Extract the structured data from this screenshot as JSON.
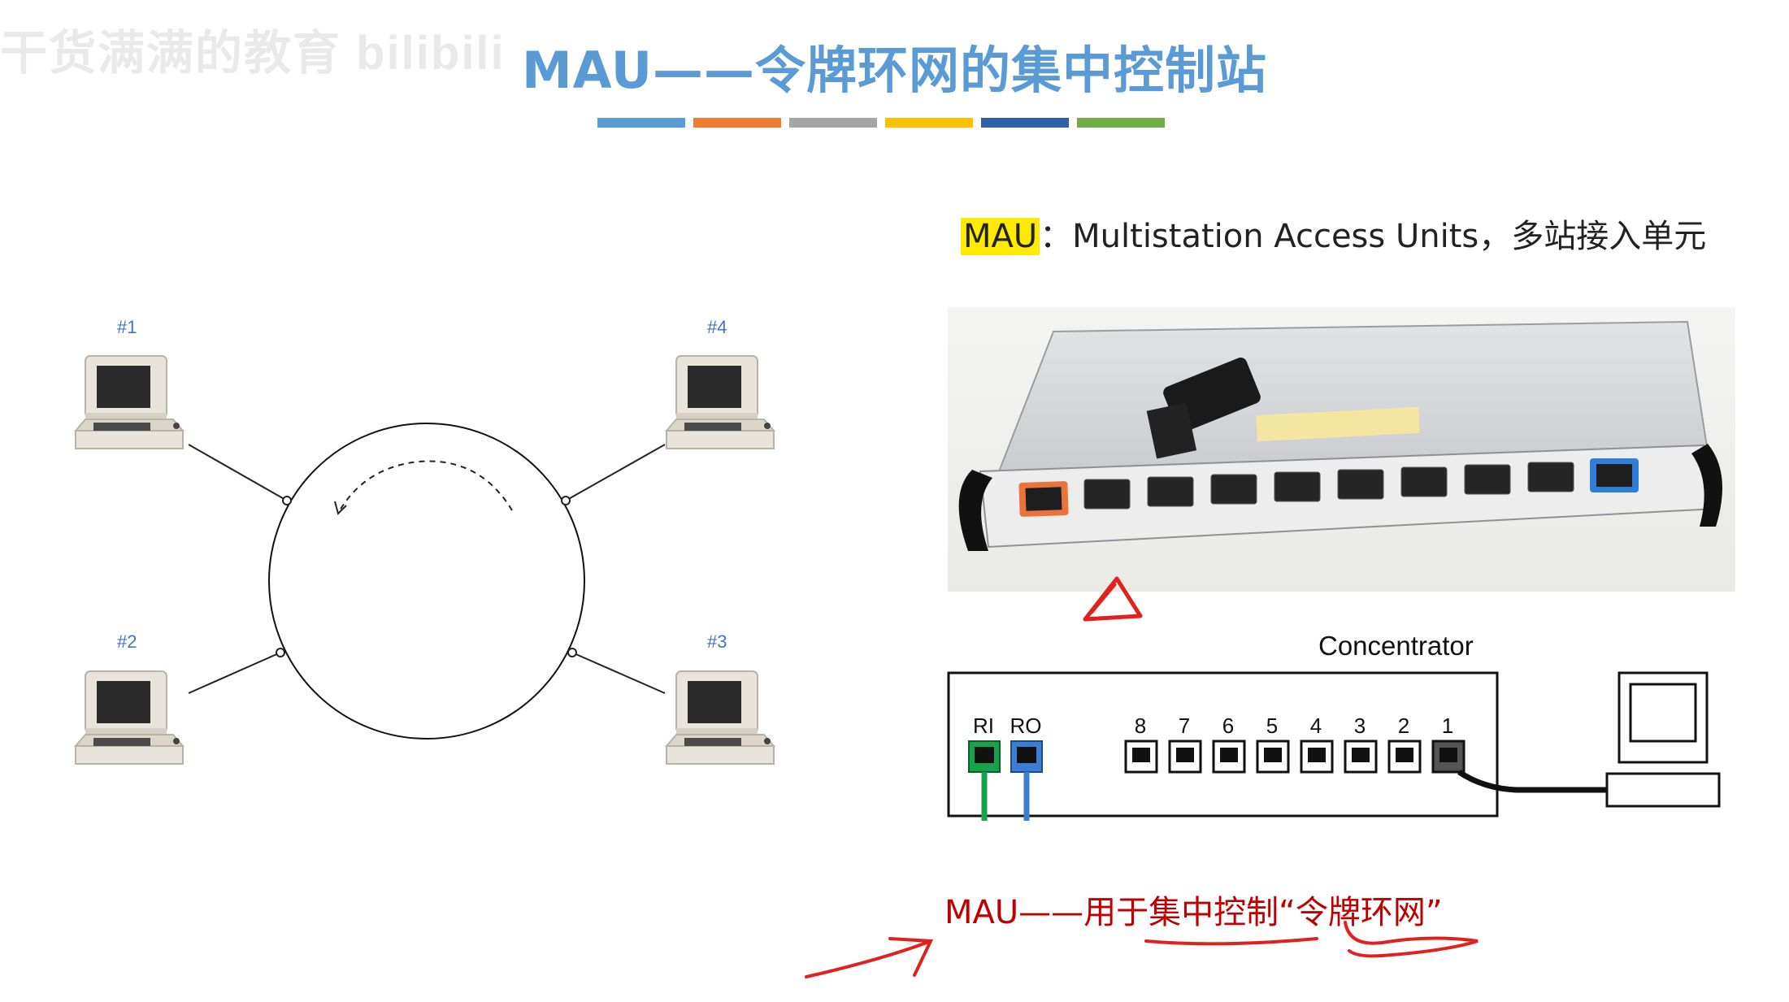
{
  "watermark": "干货满满的教育 bilibili",
  "title": "MAU——令牌环网的集中控制站",
  "accent_bars": [
    "#5b9bd5",
    "#ed7d31",
    "#a5a5a5",
    "#ffc000",
    "#2e5fa8",
    "#70ad47"
  ],
  "subtitle": {
    "highlight": "MAU",
    "rest": "：Multistation Access Units，多站接入单元"
  },
  "ring": {
    "stations": [
      {
        "label": "#1"
      },
      {
        "label": "#2"
      },
      {
        "label": "#3"
      },
      {
        "label": "#4"
      }
    ]
  },
  "concentrator": {
    "label": "Concentrator",
    "ring_ports": [
      "RI",
      "RO"
    ],
    "station_ports": [
      "8",
      "7",
      "6",
      "5",
      "4",
      "3",
      "2",
      "1"
    ],
    "colors": {
      "ri": "#17a34a",
      "ro": "#3b7fd4"
    }
  },
  "bottom_note": "MAU——用于集中控制“令牌环网”",
  "annotation_color": "#e0211d"
}
